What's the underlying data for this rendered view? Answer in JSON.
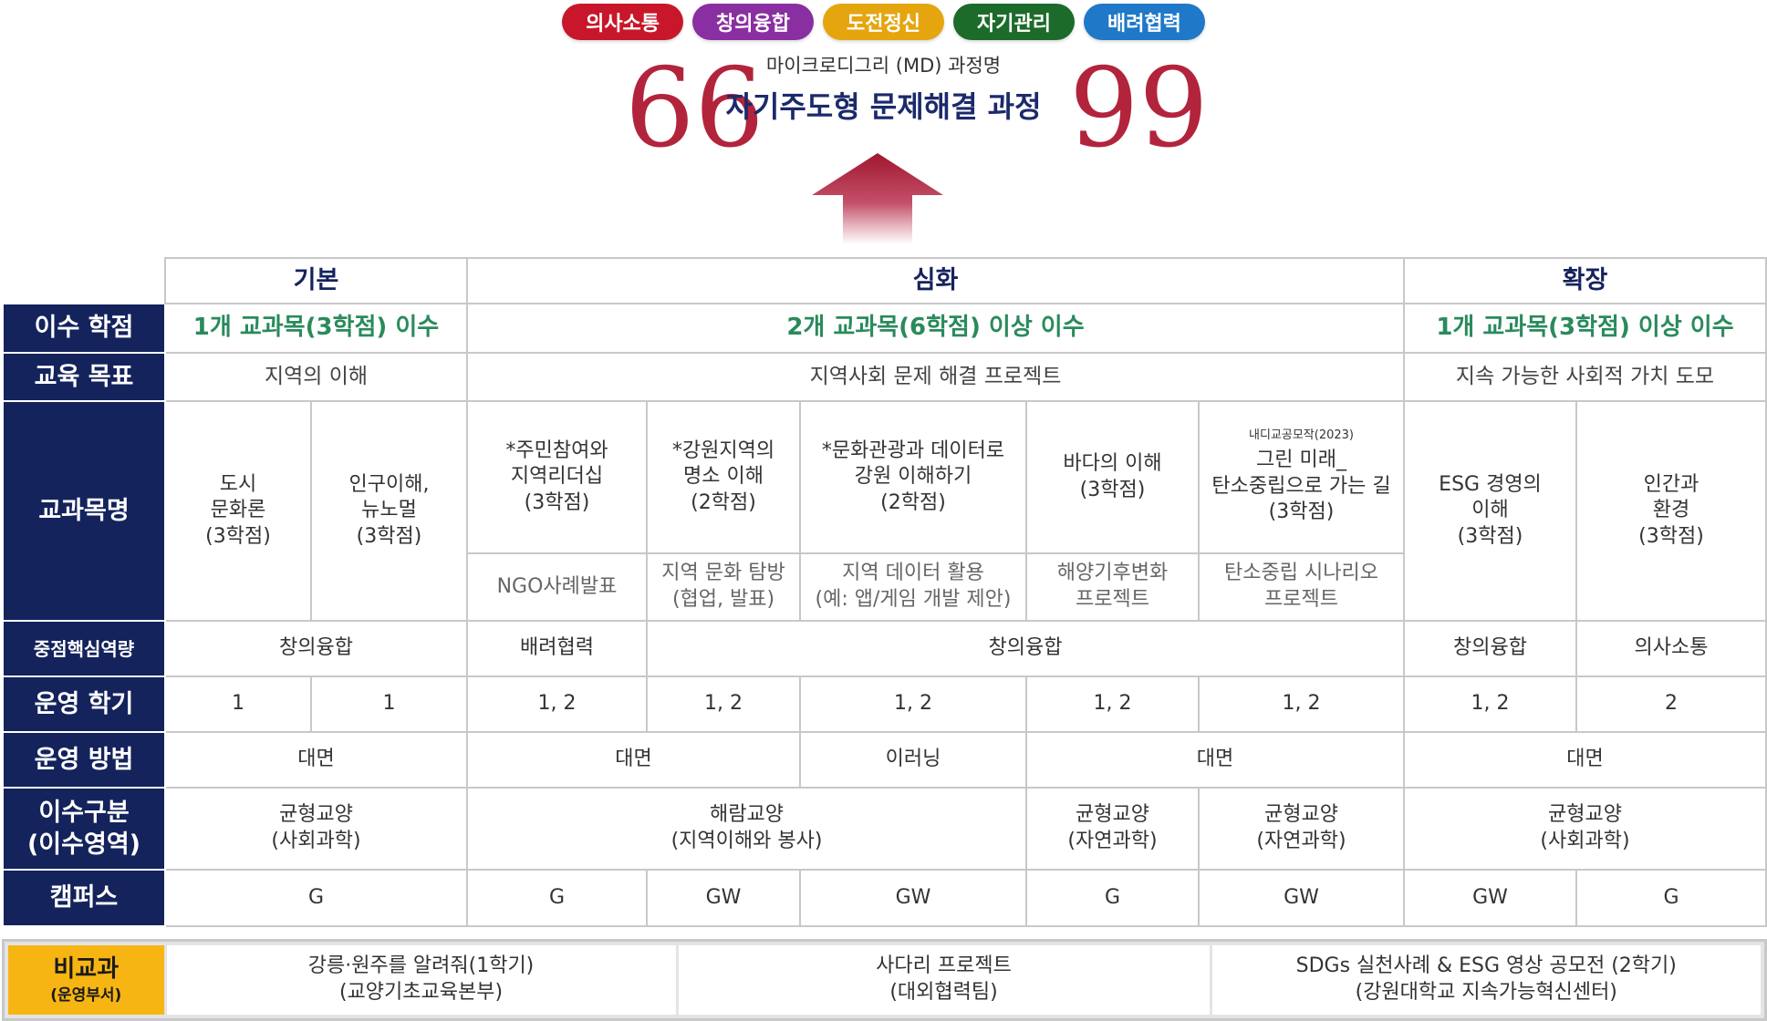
{
  "competency_tags": [
    {
      "label": "의사소통",
      "color": "#c8172a"
    },
    {
      "label": "창의융합",
      "color": "#8a2fa1"
    },
    {
      "label": "도전정신",
      "color": "#e5a50f"
    },
    {
      "label": "자기관리",
      "color": "#1d6b2a"
    },
    {
      "label": "배려협력",
      "color": "#1f78c8"
    }
  ],
  "header": {
    "md_label": "마이크로디그리 (MD) 과정명",
    "title": "자기주도형 문제해결 과정",
    "quote_open": "66",
    "quote_close": "99"
  },
  "colors": {
    "header_navy": "#14235c",
    "credit_green": "#2a8a5c",
    "extra_header_yellow": "#f6b512",
    "accent_red": "#b2243c"
  },
  "table": {
    "stages": {
      "basic": "기본",
      "advanced": "심화",
      "extended": "확장"
    },
    "row_labels": {
      "credits": "이수 학점",
      "goal": "교육 목표",
      "courses": "교과목명",
      "competency": "중점핵심역량",
      "semester": "운영 학기",
      "method": "운영 방법",
      "category_line1": "이수구분",
      "category_line2": "(이수영역)",
      "campus": "캠퍼스"
    },
    "credits": {
      "basic": "1개 교과목(3학점) 이수",
      "advanced": "2개 교과목(6학점) 이상 이수",
      "extended": "1개 교과목(3학점) 이상 이수"
    },
    "goals": {
      "basic": "지역의 이해",
      "advanced": "지역사회 문제 해결 프로젝트",
      "extended": "지속 가능한 사회적 가치 도모"
    },
    "courses": [
      {
        "l1": "도시",
        "l2": "문화론",
        "l3": "(3학점)"
      },
      {
        "l1": "인구이해,",
        "l2": "뉴노멀",
        "l3": "(3학점)"
      },
      {
        "l1": "*주민참여와",
        "l2": "지역리더십",
        "l3": "(3학점)",
        "sub1": "NGO사례발표",
        "sub2": ""
      },
      {
        "l1": "*강원지역의",
        "l2": "명소 이해",
        "l3": "(2학점)",
        "sub1": "지역 문화 탐방",
        "sub2": "(협업, 발표)"
      },
      {
        "l1": "*문화관광과 데이터로",
        "l2": "강원 이해하기",
        "l3": "(2학점)",
        "sub1": "지역 데이터 활용",
        "sub2": "(예: 앱/게임 개발 제안)"
      },
      {
        "l1": "바다의 이해",
        "l2": "(3학점)",
        "l3": "",
        "sub1": "해양기후변화",
        "sub2": "프로젝트"
      },
      {
        "note": "내디교공모작(2023)",
        "l1": "그린 미래_",
        "l2": "탄소중립으로 가는 길",
        "l3": "(3학점)",
        "sub1": "탄소중립 시나리오",
        "sub2": "프로젝트"
      },
      {
        "l1": "ESG 경영의",
        "l2": "이해",
        "l3": "(3학점)"
      },
      {
        "l1": "인간과",
        "l2": "환경",
        "l3": "(3학점)"
      }
    ],
    "competency": {
      "basic": "창의융합",
      "course3": "배려협력",
      "advanced_rest": "창의융합",
      "course8": "창의융합",
      "course9": "의사소통"
    },
    "semesters": [
      "1",
      "1",
      "1, 2",
      "1, 2",
      "1, 2",
      "1, 2",
      "1, 2",
      "1, 2",
      "2"
    ],
    "methods": {
      "basic": "대면",
      "group_a": "대면",
      "elearning": "이러닝",
      "group_b": "대면",
      "extended": "대면"
    },
    "categories": {
      "basic": {
        "l1": "균형교양",
        "l2": "(사회과학)"
      },
      "advanced": {
        "l1": "해람교양",
        "l2": "(지역이해와 봉사)"
      },
      "course6": {
        "l1": "균형교양",
        "l2": "(자연과학)"
      },
      "course7": {
        "l1": "균형교양",
        "l2": "(자연과학)"
      },
      "extended": {
        "l1": "균형교양",
        "l2": "(사회과학)"
      }
    },
    "campus": {
      "basic": "G",
      "course3": "G",
      "course4": "GW",
      "course5": "GW",
      "course6": "G",
      "course7": "GW",
      "course8": "GW",
      "course9": "G"
    }
  },
  "extracurricular": {
    "label": "비교과",
    "dept_label": "(운영부서)",
    "programs": [
      {
        "name": "강릉·원주를 알려줘(1학기)",
        "dept": "(교양기초교육본부)"
      },
      {
        "name": "사다리 프로젝트",
        "dept": "(대외협력팀)"
      },
      {
        "name": "SDGs 실천사례 & ESG 영상 공모전 (2학기)",
        "dept": "(강원대학교 지속가능혁신센터)"
      }
    ]
  }
}
